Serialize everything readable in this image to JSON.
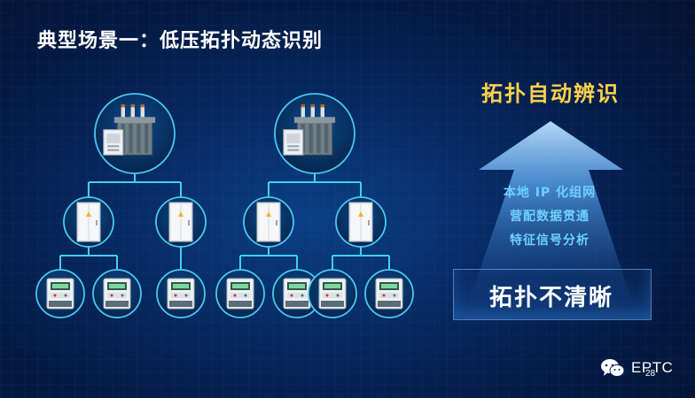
{
  "slide": {
    "title": "典型场景一：低压拓扑动态识别",
    "page_number": "28"
  },
  "topology": {
    "groups": [
      {
        "transformer": "distribution-transformer",
        "branch_boxes": [
          {
            "meters": 2
          },
          {
            "meters": 1
          }
        ]
      },
      {
        "transformer": "distribution-transformer",
        "branch_boxes": [
          {
            "meters": 2
          },
          {
            "meters": 2
          }
        ]
      }
    ],
    "line_color": "#3fd0f0",
    "node_ring_color": "#47c8f0"
  },
  "right_panel": {
    "result_label": "拓扑自动辨识",
    "methods": [
      "本地 IP 化组网",
      "营配数据贯通",
      "特征信号分析"
    ],
    "problem_label": "拓扑不清晰",
    "result_color": "#ffd24a",
    "method_color": "#6fd0ff"
  },
  "logo": {
    "icon": "wechat-icon",
    "text": "EPTC"
  }
}
